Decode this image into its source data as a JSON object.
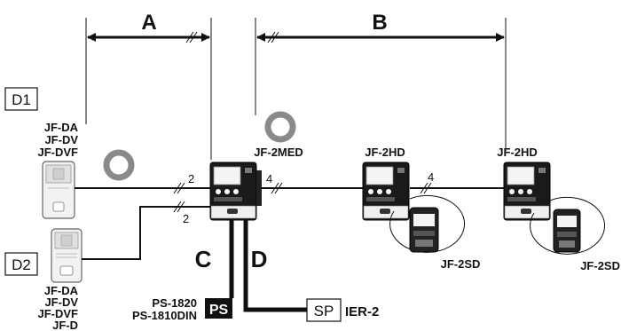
{
  "dimensions": {
    "A": "A",
    "B": "B",
    "C": "C",
    "D": "D"
  },
  "door_stations": {
    "d1": {
      "tag": "D1",
      "models": [
        "JF-DA",
        "JF-DV",
        "JF-DVF"
      ]
    },
    "d2": {
      "tag": "D2",
      "models": [
        "JF-DA",
        "JF-DV",
        "JF-DVF",
        "JF-D"
      ]
    }
  },
  "master": {
    "label": "JF-2MED"
  },
  "sub_masters": [
    {
      "label": "JF-2HD",
      "handset": "JF-2SD"
    },
    {
      "label": "JF-2HD",
      "handset": "JF-2SD"
    }
  ],
  "wire_counts": {
    "d1": "2",
    "d2": "2",
    "link1": "4",
    "link2": "4"
  },
  "power": {
    "badge": "PS",
    "models": [
      "PS-1820",
      "PS-1810DIN"
    ]
  },
  "speaker": {
    "badge": "SP",
    "model": "IER-2"
  },
  "colors": {
    "line": "#111111",
    "ring": "#8a8a8a",
    "panel_light": "#f2f2f2"
  }
}
